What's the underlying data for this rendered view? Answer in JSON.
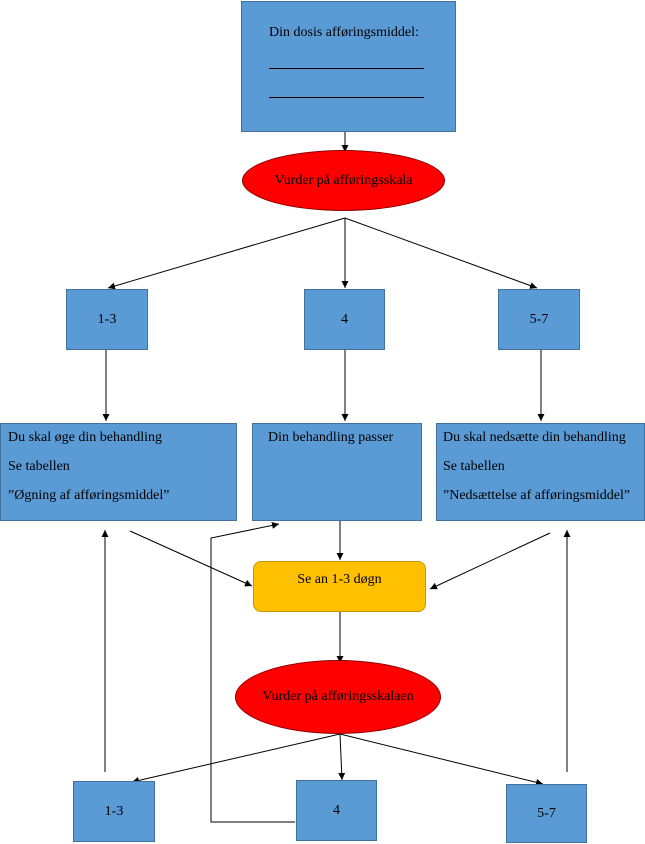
{
  "dose_box": {
    "title": "Din dosis afføringsmiddel:"
  },
  "assess_scale": {
    "label": "Vurder på afføringsskala"
  },
  "score_low": {
    "label": "1-3"
  },
  "score_mid": {
    "label": "4"
  },
  "score_high": {
    "label": "5-7"
  },
  "increase": {
    "line1": "Du skal øge din behandling",
    "line2": "Se tabellen",
    "line3": "”Øgning af afføringsmiddel”"
  },
  "fits": {
    "line1": "Din behandling passer"
  },
  "decrease": {
    "line1": "Du skal nedsætte din behandling",
    "line2": "Se tabellen",
    "line3": "”Nedsættelse af afføringsmiddel”"
  },
  "wait": {
    "label": "Se an 1-3 døgn"
  },
  "assess_scale_2": {
    "label": "Vurder på afføringsskalaen"
  },
  "score_low_2": {
    "label": "1-3"
  },
  "score_mid_2": {
    "label": "4"
  },
  "score_high_2": {
    "label": "5-7"
  },
  "colors": {
    "box_blue": "#5b9bd5",
    "ellipse_red": "#ff0000",
    "wait_orange": "#ffc000"
  }
}
